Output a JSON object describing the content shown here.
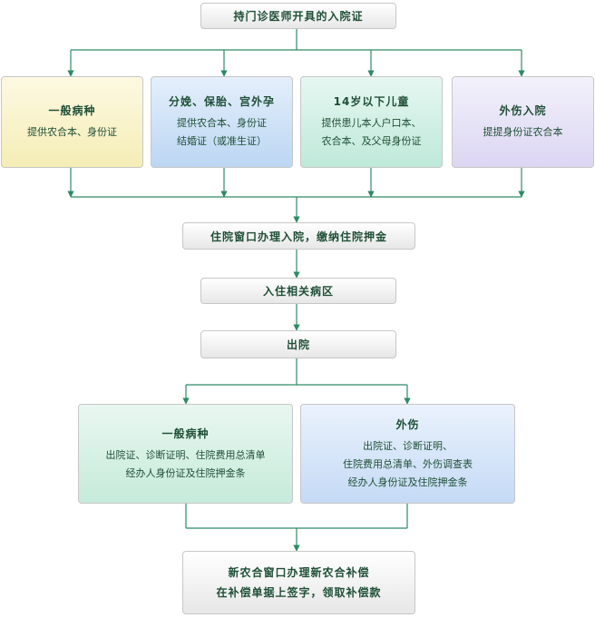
{
  "top": {
    "label": "持门诊医师开具的入院证"
  },
  "categories": [
    {
      "title": "一般病种",
      "lines": [
        "提供农合本、身份证"
      ],
      "color": "#fbf5cf"
    },
    {
      "title": "分娩、保胎、宫外孕",
      "lines": [
        "提供农合本、身份证",
        "结婚证（或准生证）"
      ],
      "color": "#cfe3f7"
    },
    {
      "title": "14岁以下儿童",
      "lines": [
        "提供患儿本人户口本、",
        "农合本、及父母身份证"
      ],
      "color": "#d3f1e7"
    },
    {
      "title": "外伤入院",
      "lines": [
        "提提身份证农合本"
      ],
      "color": "#e8e4f7"
    }
  ],
  "steps": {
    "admission": "住院窗口办理入院，缴纳住院押金",
    "ward": "入住相关病区",
    "discharge": "出院"
  },
  "discharge_types": [
    {
      "title": "一般病种",
      "lines": [
        "出院证、诊断证明、住院费用总清单",
        "经办人身份证及住院押金条"
      ],
      "color": "#d9f1e5"
    },
    {
      "title": "外伤",
      "lines": [
        "出院证、诊断证明、",
        "住院费用总清单、外伤调查表",
        "经办人身份证及住院押金条"
      ],
      "color": "#d8e6f8"
    }
  ],
  "final": {
    "line1": "新农合窗口办理新农合补偿",
    "line2": "在补偿单据上签字，领取补偿款"
  },
  "colors": {
    "arrow": "#2e8a66",
    "node_border": "#c7c7c7",
    "text": "#1f4f36"
  }
}
